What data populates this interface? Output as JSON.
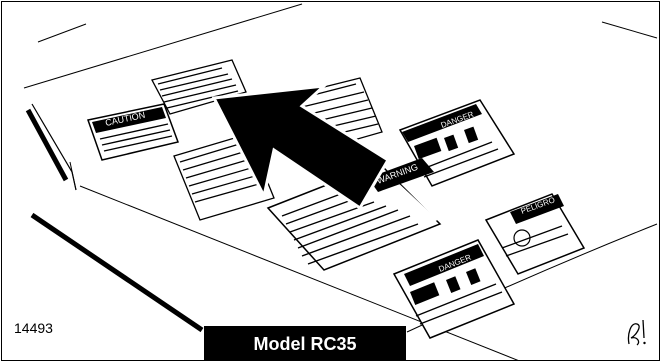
{
  "figure": {
    "number": "14493",
    "caption": "Model RC35"
  },
  "decals": [
    {
      "id": "caution",
      "heading": "CAUTION"
    },
    {
      "id": "danger-top",
      "heading": "DANGER"
    },
    {
      "id": "warning",
      "heading": "WARNING"
    },
    {
      "id": "peligro",
      "heading": "PELIGRO"
    },
    {
      "id": "danger-bottom",
      "heading": "DANGER"
    }
  ],
  "colors": {
    "ink": "#000000",
    "paper": "#ffffff"
  },
  "icons": [
    "pointer-arrow-icon",
    "signature-mark-icon"
  ]
}
